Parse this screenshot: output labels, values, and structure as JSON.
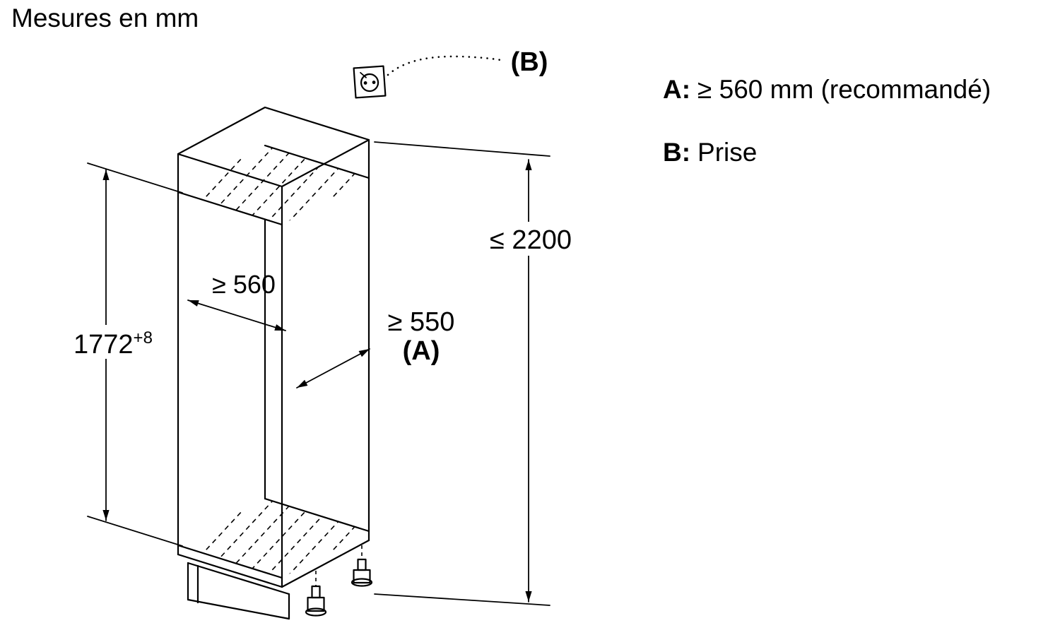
{
  "title": "Mesures en mm",
  "diagram": {
    "labels": {
      "height_value": "1772",
      "height_tolerance": "+8",
      "max_height": "≤ 2200",
      "niche_width": "≥ 560",
      "niche_depth": "≥ 550",
      "niche_depth_ref": "(A)",
      "socket_ref": "(B)"
    },
    "icons": {
      "socket": "power-socket-icon"
    }
  },
  "legend": {
    "items": [
      {
        "key": "A:",
        "value": "≥ 560 mm (recommandé)"
      },
      {
        "key": "B:",
        "value": "Prise"
      }
    ]
  },
  "colors": {
    "line": "#000000",
    "background": "#ffffff"
  }
}
